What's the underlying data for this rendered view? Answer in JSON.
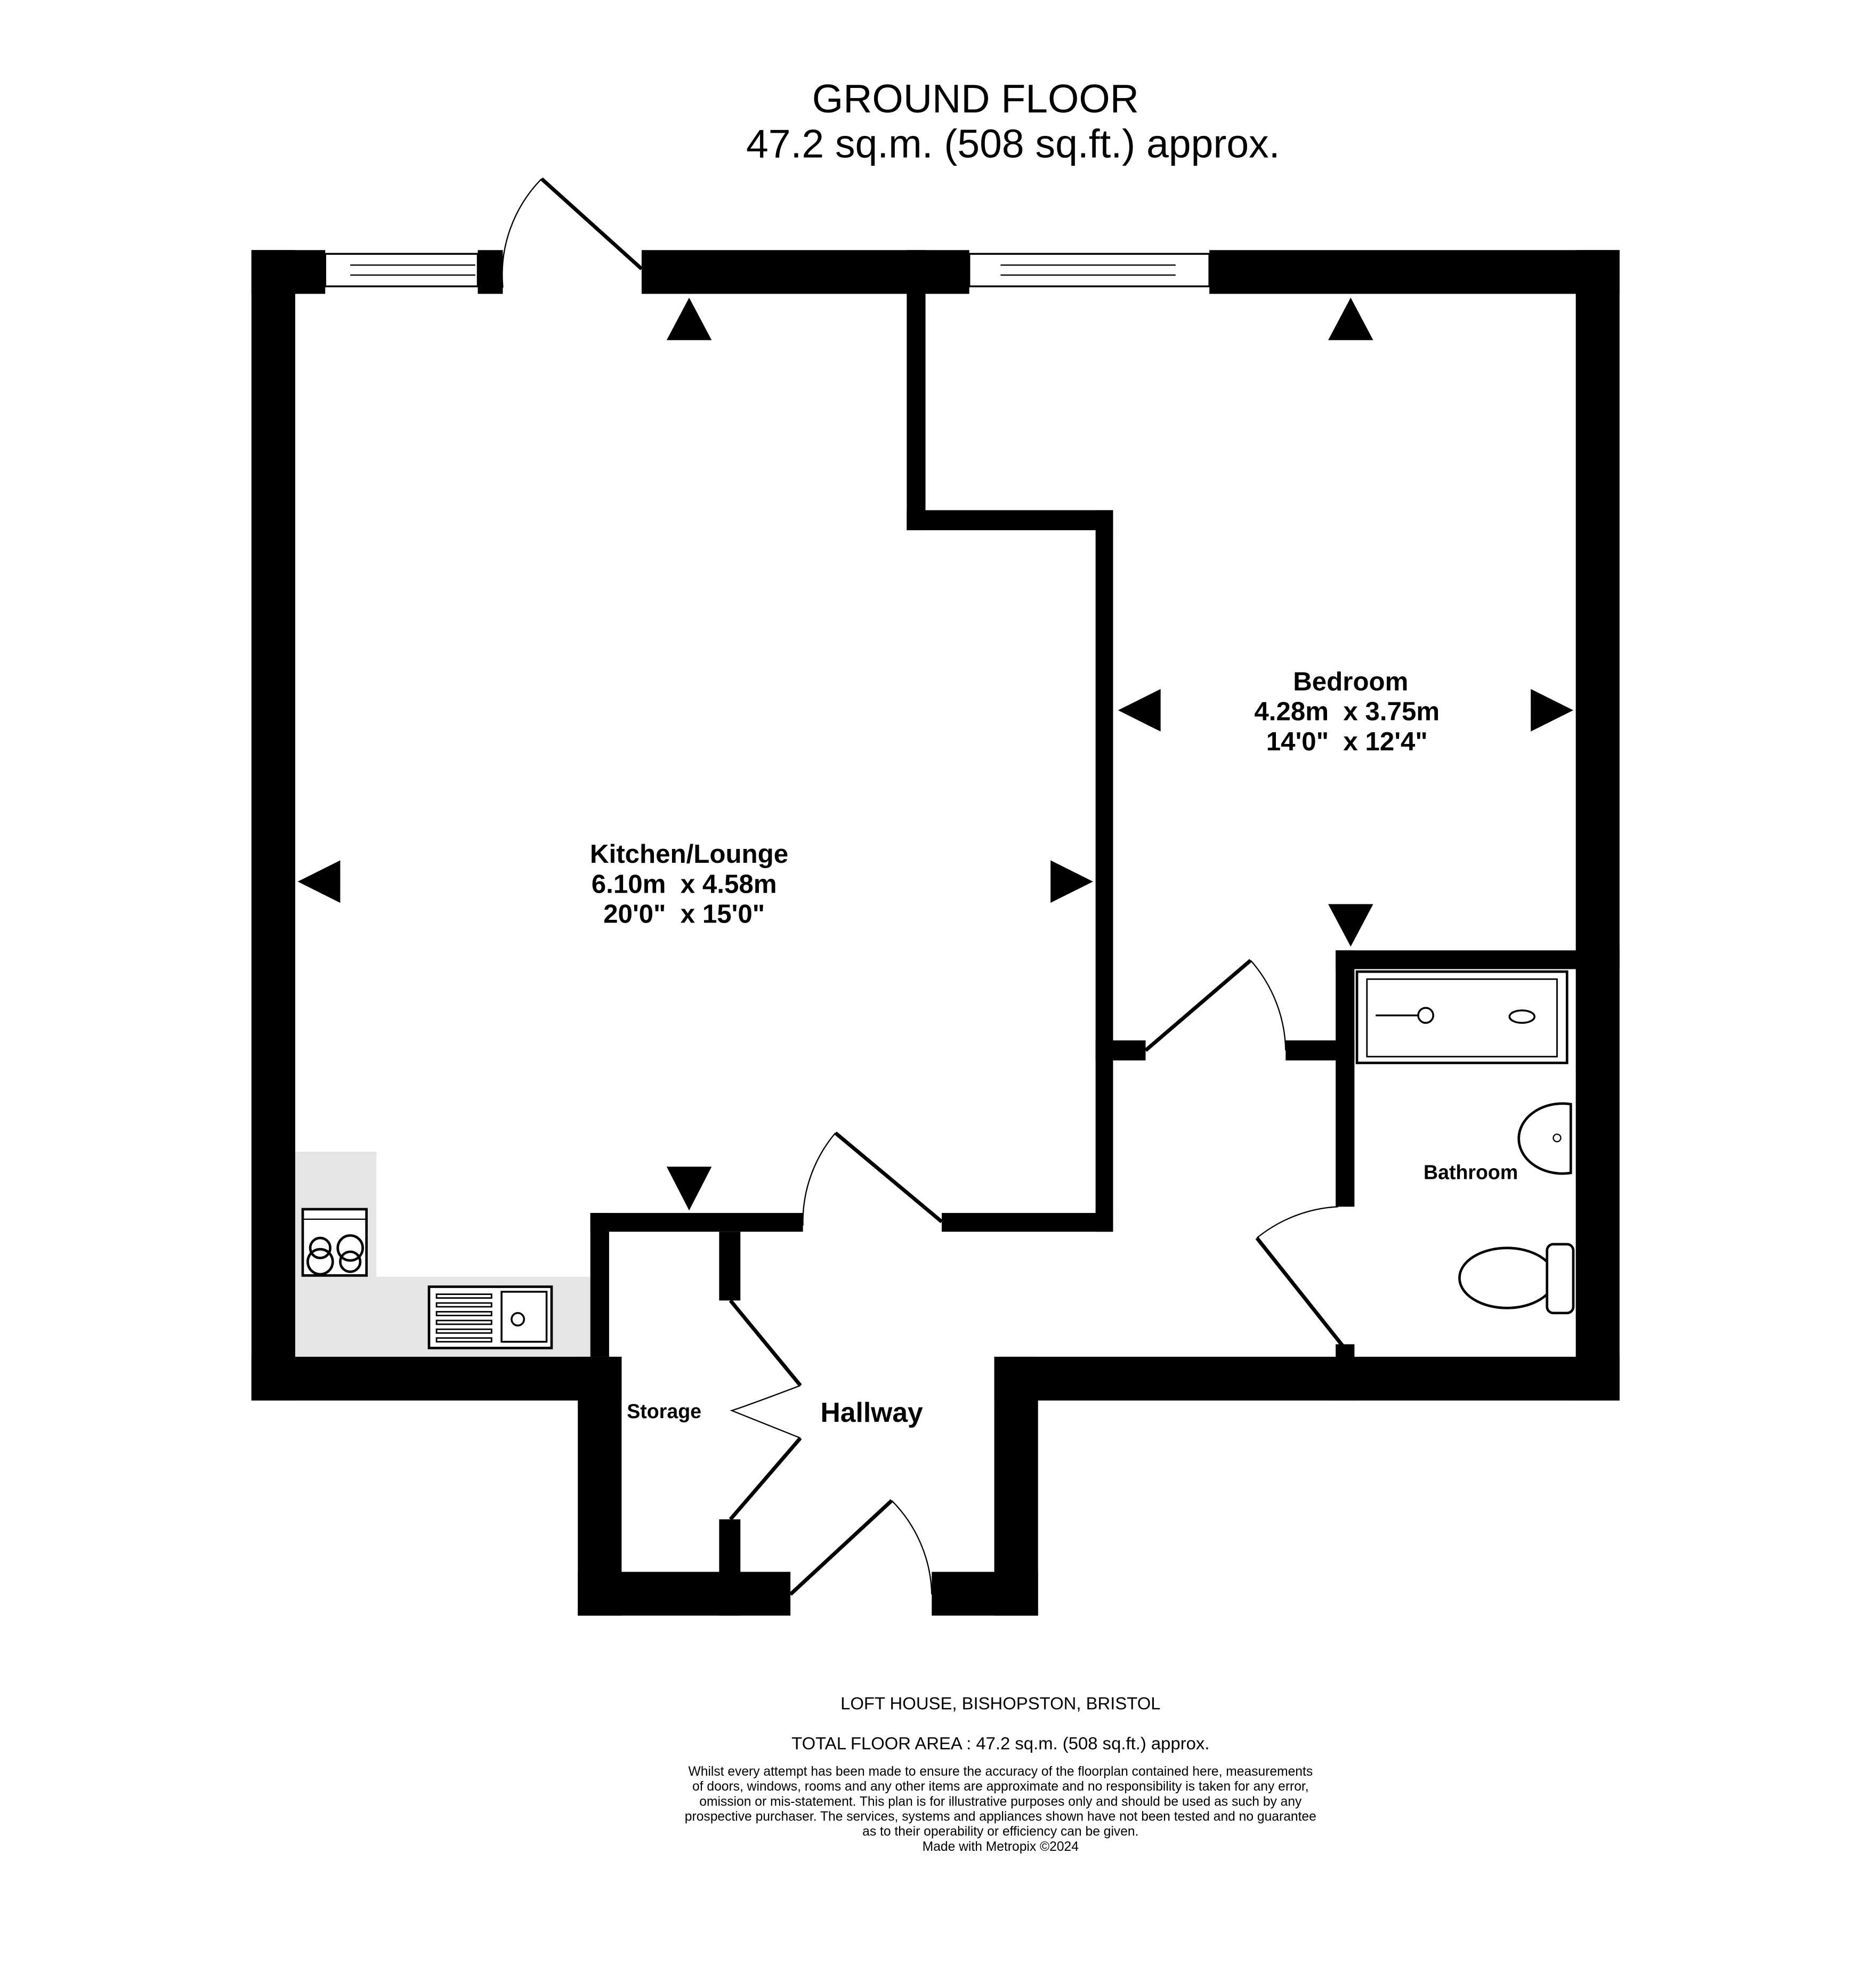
{
  "header": {
    "title": "GROUND FLOOR",
    "subtitle": "47.2 sq.m. (508 sq.ft.) approx."
  },
  "rooms": [
    {
      "name": "Kitchen/Lounge",
      "metric": "6.10m  x 4.58m",
      "imperial": "20'0\"  x 15'0\""
    },
    {
      "name": "Bedroom",
      "metric": "4.28m  x 3.75m",
      "imperial": "14'0\"  x 12'4\""
    },
    {
      "name": "Bathroom"
    },
    {
      "name": "Storage"
    },
    {
      "name": "Hallway"
    }
  ],
  "footer": {
    "address": "LOFT HOUSE, BISHOPSTON, BRISTOL",
    "total_area": "TOTAL FLOOR AREA : 47.2 sq.m. (508 sq.ft.) approx.",
    "disclaimer": [
      "Whilst every attempt has been made to ensure the accuracy of the floorplan contained here, measurements",
      "of doors, windows, rooms and any other items are approximate and no responsibility is taken for any error,",
      "omission or mis-statement. This plan is for illustrative purposes only and should be used as such by any",
      "prospective purchaser. The services, systems and appliances shown have not been tested and no guarantee",
      "as to their operability or efficiency can be given."
    ],
    "credit": "Made with Metropix ©2024"
  },
  "colors": {
    "wall": "#000000",
    "worktop": "#e5e5e5"
  }
}
